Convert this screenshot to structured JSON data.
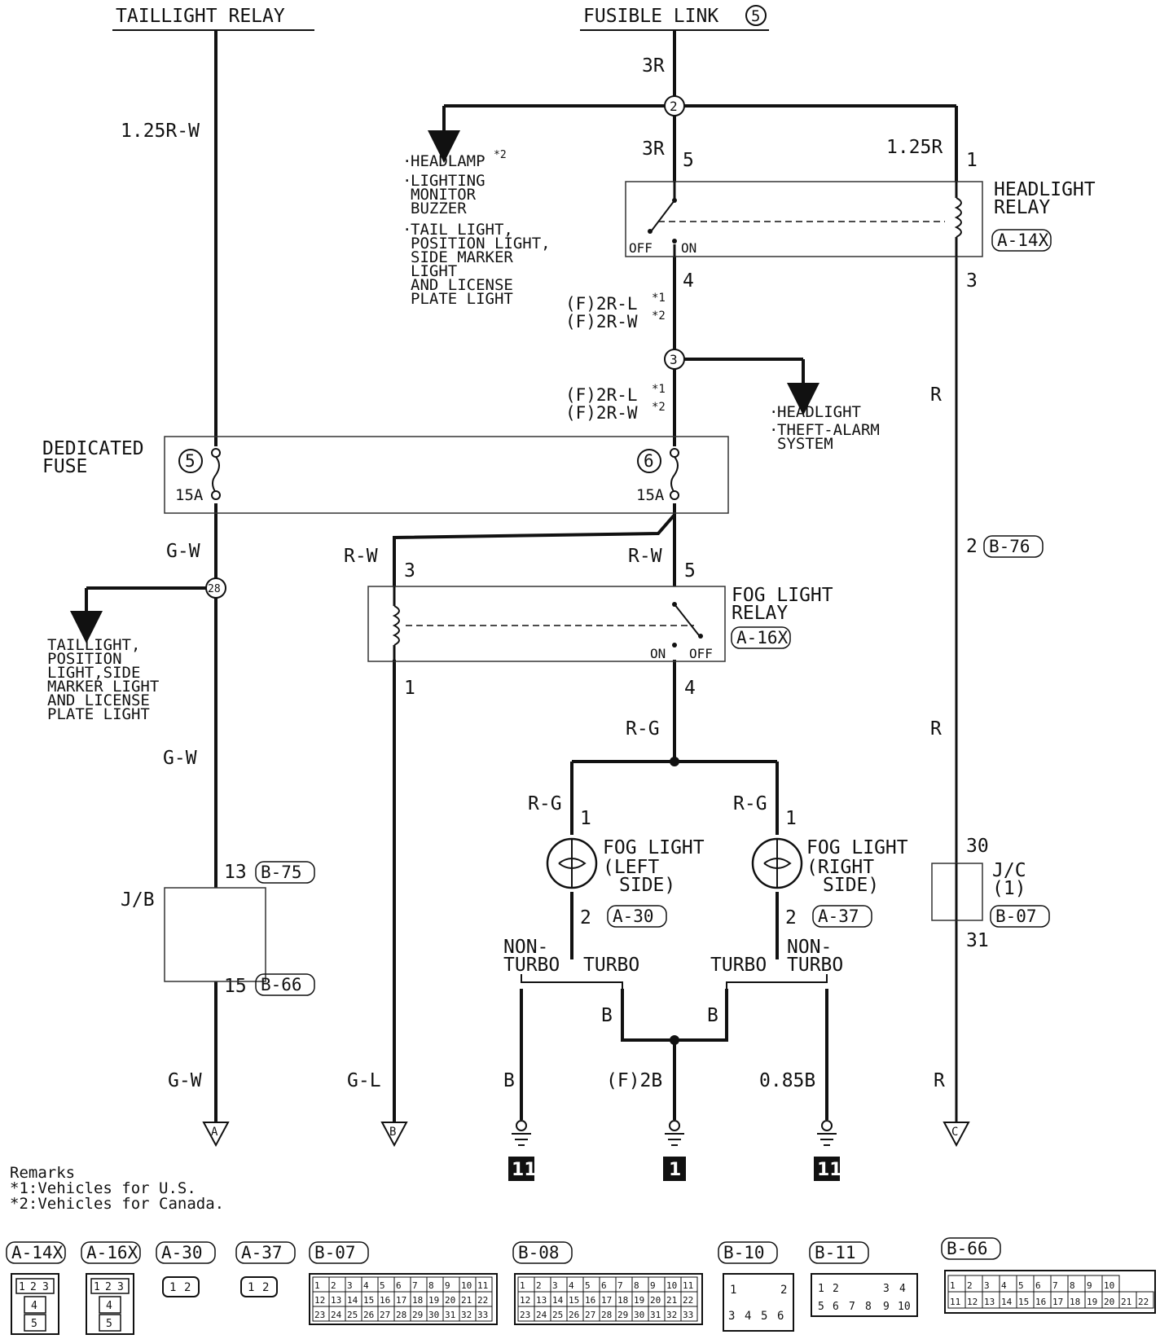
{
  "headers": {
    "taillight_relay": "TAILLIGHT RELAY",
    "fusible_link": "FUSIBLE LINK",
    "fusible_link_num": "5"
  },
  "wires": {
    "w_3r_top": "3R",
    "w_125rw": "1.25R-W",
    "w_3r_mid": "3R",
    "w_125r": "1.25R",
    "w_f2rl_1": "(F)2R-L",
    "w_f2rw_1": "(F)2R-W",
    "w_f2rl_2": "(F)2R-L",
    "w_f2rw_2": "(F)2R-W",
    "sup1": "*1",
    "sup2": "*2",
    "w_r1": "R",
    "w_gw1": "G-W",
    "w_rw_left": "R-W",
    "w_rw_right": "R-W",
    "w_gw2": "G-W",
    "w_rg_main": "R-G",
    "w_r2": "R",
    "w_rg_l": "R-G",
    "w_rg_r": "R-G",
    "w_gw3": "G-W",
    "w_gl": "G-L",
    "w_b_left": "B",
    "w_f2b": "(F)2B",
    "w_085b": "0.85B",
    "w_r3": "R",
    "w_b_turbo_l": "B",
    "w_b_turbo_r": "B"
  },
  "pins": {
    "p5_hl": "5",
    "p1_hl": "1",
    "p4_hl": "4",
    "p3_hl": "3",
    "p3_fog": "3",
    "p5_fog": "5",
    "p1_fog": "1",
    "p4_fog": "4",
    "p1_fl": "1",
    "p2_fl": "2",
    "p1_fr": "1",
    "p2_fr": "2",
    "p13_jb": "13",
    "p15_jb": "15",
    "p2_b76": "2",
    "p30_jc": "30",
    "p31_jc": "31"
  },
  "splices": {
    "s2": "2",
    "s3": "3",
    "s28": "28"
  },
  "branches": {
    "headlamp": "HEADLAMP",
    "lighting_monitor": [
      "LIGHTING",
      "MONITOR",
      "BUZZER"
    ],
    "tail_light": [
      "TAIL LIGHT,",
      "POSITION LIGHT,",
      "SIDE MARKER",
      "LIGHT",
      "AND LICENSE",
      "PLATE LIGHT"
    ],
    "headlight": "HEADLIGHT",
    "theft_alarm": [
      "THEFT-ALARM",
      "SYSTEM"
    ],
    "taillight_group": [
      "TAILLIGHT,",
      "POSITION",
      "LIGHT,SIDE",
      "MARKER LIGHT",
      "AND LICENSE",
      "PLATE LIGHT"
    ]
  },
  "components": {
    "headlight_relay": [
      "HEADLIGHT",
      "RELAY"
    ],
    "headlight_relay_conn": "A-14X",
    "off": "OFF",
    "on": "ON",
    "dedicated_fuse": [
      "DEDICATED",
      "FUSE"
    ],
    "fuse5_num": "5",
    "fuse5_amp": "15A",
    "fuse6_num": "6",
    "fuse6_amp": "15A",
    "fog_relay": [
      "FOG LIGHT",
      "RELAY"
    ],
    "fog_relay_conn": "A-16X",
    "fog_on": "ON",
    "fog_off": "OFF",
    "fog_left": [
      "FOG LIGHT",
      "(LEFT",
      "SIDE)"
    ],
    "fog_left_conn": "A-30",
    "fog_right": [
      "FOG LIGHT",
      "(RIGHT",
      "SIDE)"
    ],
    "fog_right_conn": "A-37",
    "jb": "J/B",
    "jb_conn_top": "B-75",
    "jb_conn_bottom": "B-66",
    "b76": "B-76",
    "jc": [
      "J/C",
      "(1)"
    ],
    "jc_conn": "B-07"
  },
  "variants": {
    "non_turbo_l": [
      "NON-",
      "TURBO"
    ],
    "turbo_l": "TURBO",
    "turbo_r": "TURBO",
    "non_turbo_r": [
      "NON-",
      "TURBO"
    ]
  },
  "terminals": {
    "a": "A",
    "b": "B",
    "c": "C"
  },
  "grounds": {
    "g_left": "11",
    "g_mid": "1",
    "g_right": "11"
  },
  "remarks": {
    "title": "Remarks",
    "r1": "*1:Vehicles for U.S.",
    "r2": "*2:Vehicles for Canada."
  },
  "connectors": {
    "a14x": {
      "label": "A-14X",
      "pins": [
        "1",
        "2",
        "3",
        "4",
        "5"
      ]
    },
    "a16x": {
      "label": "A-16X",
      "pins": [
        "1",
        "2",
        "3",
        "4",
        "5"
      ]
    },
    "a30": {
      "label": "A-30",
      "pins": [
        "1",
        "2"
      ]
    },
    "a37": {
      "label": "A-37",
      "pins": [
        "1",
        "2"
      ]
    },
    "b07": {
      "label": "B-07"
    },
    "b08": {
      "label": "B-08"
    },
    "b10": {
      "label": "B-10",
      "pins": [
        "1",
        "2",
        "3",
        "4",
        "5",
        "6"
      ]
    },
    "b11": {
      "label": "B-11",
      "pins": [
        "1",
        "2",
        "3",
        "4",
        "5",
        "6",
        "7",
        "8",
        "9",
        "10"
      ]
    },
    "b66": {
      "label": "B-66"
    },
    "pins_b07_row1": [
      "1",
      "2",
      "3",
      "4",
      "5",
      "6",
      "7",
      "8",
      "9",
      "10",
      "11"
    ],
    "pins_b07_row2": [
      "12",
      "13",
      "14",
      "15",
      "16",
      "17",
      "18",
      "19",
      "20",
      "21",
      "22"
    ],
    "pins_b07_row3": [
      "23",
      "24",
      "25",
      "26",
      "27",
      "28",
      "29",
      "30",
      "31",
      "32",
      "33"
    ],
    "pins_b66_row1": [
      "1",
      "2",
      "3",
      "4",
      "5",
      "6",
      "7",
      "8",
      "9",
      "10"
    ],
    "pins_b66_row2": [
      "11",
      "12",
      "13",
      "14",
      "15",
      "16",
      "17",
      "18",
      "19",
      "20",
      "21",
      "22"
    ]
  }
}
